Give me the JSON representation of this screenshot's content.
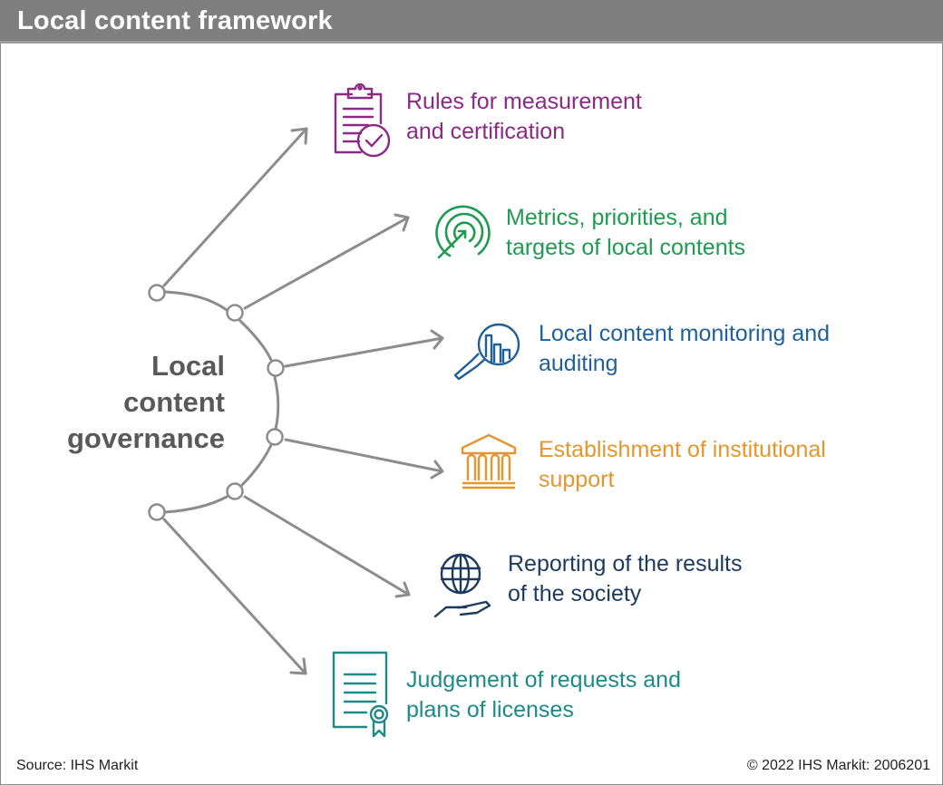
{
  "header": {
    "title": "Local content framework"
  },
  "center": {
    "lines": [
      "Local",
      "content",
      "governance"
    ]
  },
  "items": [
    {
      "id": "measurement",
      "icon": "clipboard-check-icon",
      "color": "#8b2a86",
      "lines": [
        "Rules for measurement",
        "and certification"
      ]
    },
    {
      "id": "metrics",
      "icon": "target-icon",
      "color": "#1f9a50",
      "lines": [
        "Metrics, priorities, and",
        "targets of local contents"
      ]
    },
    {
      "id": "monitoring",
      "icon": "magnifier-chart-icon",
      "color": "#1f5f9a",
      "lines": [
        "Local content monitoring and",
        "auditing"
      ]
    },
    {
      "id": "institutional",
      "icon": "institution-building-icon",
      "color": "#e3962e",
      "lines": [
        "Establishment of institutional",
        "support"
      ]
    },
    {
      "id": "reporting",
      "icon": "globe-in-hand-icon",
      "color": "#1c3a5e",
      "lines": [
        "Reporting of the results",
        "of the society"
      ]
    },
    {
      "id": "licenses",
      "icon": "certificate-icon",
      "color": "#1d8a8a",
      "lines": [
        "Judgement of requests and",
        "plans of licenses"
      ]
    }
  ],
  "footer": {
    "source": "Source: IHS Markit",
    "copyright": "© 2022 IHS Markit: 2006201"
  },
  "colors": {
    "connector": "#8c8c8c",
    "title_bar": "#7f7f7f",
    "center_text": "#595959"
  }
}
